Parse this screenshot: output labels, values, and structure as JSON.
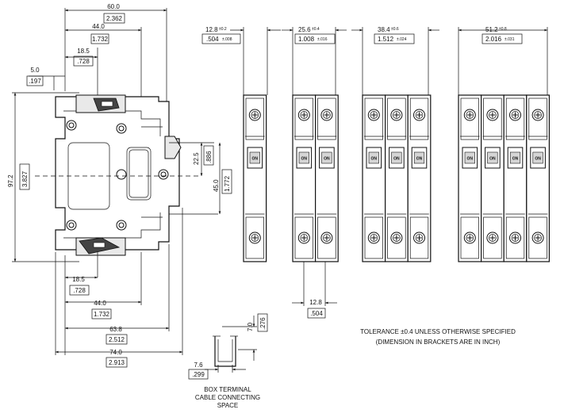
{
  "side_view": {
    "overall_width_mm": "60.0",
    "overall_width_in": "2.362",
    "rail_width_mm": "44.0",
    "rail_width_in": "1.732",
    "top_terminal_mm": "18.5",
    "top_terminal_in": ".728",
    "left_offset_mm": "5.0",
    "left_offset_in": ".197",
    "height_mm": "97.2",
    "height_in": "3.827",
    "center_half_mm": "22.5",
    "center_half_in": ".886",
    "center_full_mm": "45.0",
    "center_full_in": "1.772",
    "bottom_terminal_mm": "18.5",
    "bottom_terminal_in": ".728",
    "bottom_rail_mm": "44.0",
    "bottom_rail_in": "1.732",
    "depth_mm": "63.8",
    "depth_in": "2.512",
    "total_depth_mm": "74.0",
    "total_depth_in": "2.913"
  },
  "poles": [
    {
      "width_mm": "12.8",
      "tol_mm": "±0.2",
      "width_in": ".504",
      "tol_in": "±.008",
      "count": 1
    },
    {
      "width_mm": "25.6",
      "tol_mm": "±0.4",
      "width_in": "1.008",
      "tol_in": "±.016",
      "count": 2
    },
    {
      "width_mm": "38.4",
      "tol_mm": "±0.6",
      "width_in": "1.512",
      "tol_in": "±.024",
      "count": 3
    },
    {
      "width_mm": "51.2",
      "tol_mm": "±0.8",
      "width_in": "2.016",
      "tol_in": "±.031",
      "count": 4
    }
  ],
  "on_label": "ON",
  "pitch_mm": "12.8",
  "pitch_in": ".504",
  "box_terminal": {
    "height_mm": "7.0",
    "height_in": ".276",
    "width_mm": "7.6",
    "width_in": ".299",
    "caption_line1": "BOX TERMINAL",
    "caption_line2": "CABLE CONNECTING",
    "caption_line3": "SPACE"
  },
  "notes": {
    "line1": "TOLERANCE ±0.4 UNLESS OTHERWISE SPECIFIED",
    "line2": "(DIMENSION IN BRACKETS ARE IN INCH)"
  }
}
